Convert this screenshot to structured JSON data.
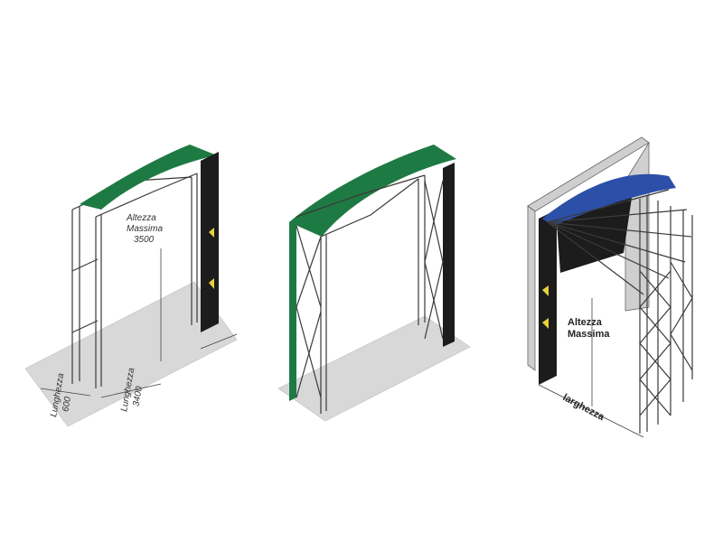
{
  "colors": {
    "green_canopy": "#1e7a43",
    "dark_panel": "#1c1c1c",
    "blue_canopy": "#2c4fa8",
    "floor": "#d8d8d8",
    "wall": "#cfcfcf",
    "warning_yellow": "#e8d23a"
  },
  "diagram1": {
    "height_label_line1": "Altezza",
    "height_label_line2": "Massima",
    "height_value": "3500",
    "depth_label": "Lunghezza",
    "depth_value": "600",
    "length_label": "Lunghezza",
    "length_value": "3400"
  },
  "diagram3": {
    "height_label_line1": "Altezza",
    "height_label_line2": "Massima",
    "width_label": "larghezza"
  }
}
